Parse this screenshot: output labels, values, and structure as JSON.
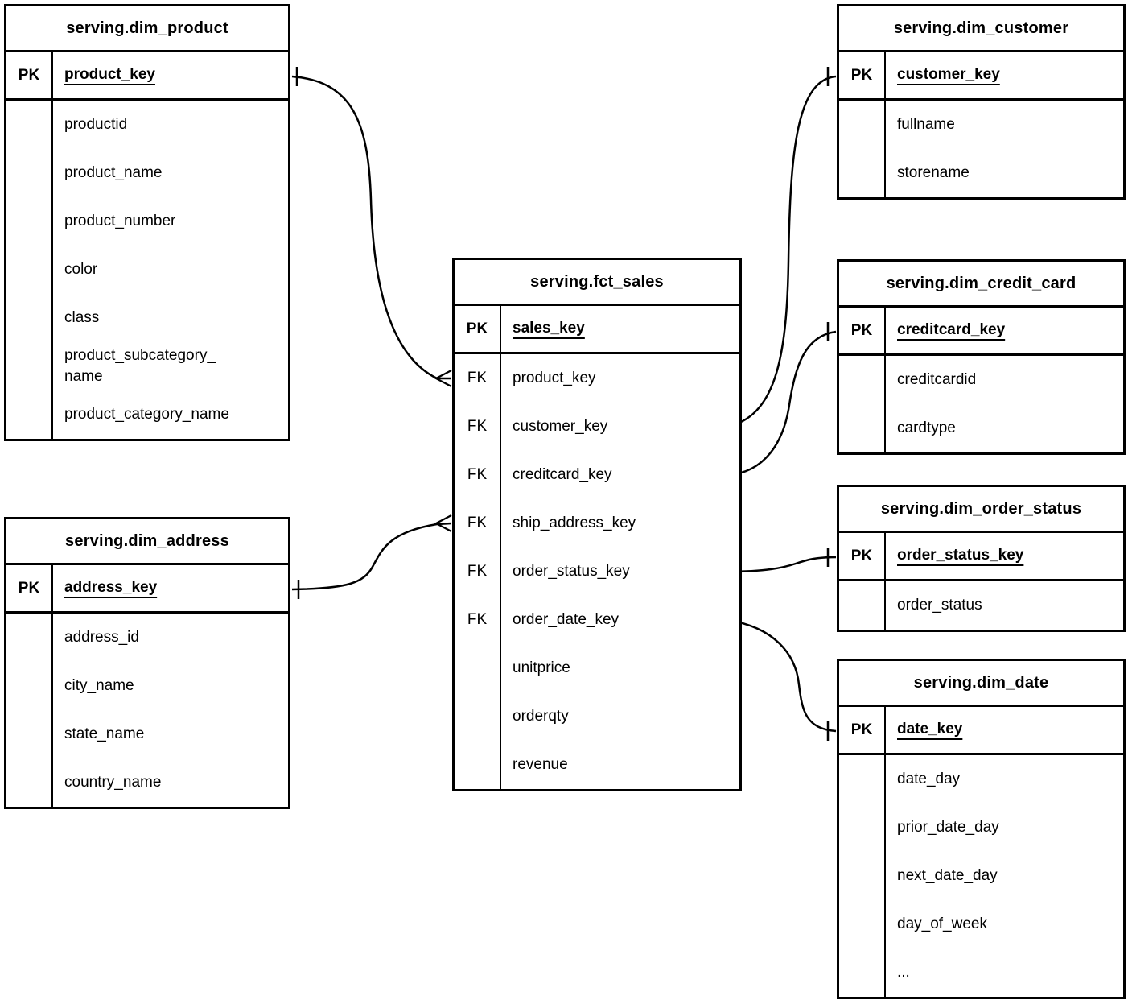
{
  "diagram": {
    "colors": {
      "line": "#000000",
      "background": "#ffffff",
      "text": "#000000"
    },
    "tables": [
      {
        "id": "dim_product",
        "title": "serving.dim_product",
        "pk": {
          "label": "PK",
          "field": "product_key"
        },
        "rows": [
          {
            "key": "",
            "name": "productid"
          },
          {
            "key": "",
            "name": "product_name"
          },
          {
            "key": "",
            "name": "product_number"
          },
          {
            "key": "",
            "name": "color"
          },
          {
            "key": "",
            "name": "class"
          },
          {
            "key": "",
            "name": "product_subcategory_\nname"
          },
          {
            "key": "",
            "name": "product_category_name"
          }
        ]
      },
      {
        "id": "dim_address",
        "title": "serving.dim_address",
        "pk": {
          "label": "PK",
          "field": "address_key"
        },
        "rows": [
          {
            "key": "",
            "name": "address_id"
          },
          {
            "key": "",
            "name": "city_name"
          },
          {
            "key": "",
            "name": "state_name"
          },
          {
            "key": "",
            "name": "country_name"
          }
        ]
      },
      {
        "id": "fct_sales",
        "title": "serving.fct_sales",
        "pk": {
          "label": "PK",
          "field": "sales_key"
        },
        "rows": [
          {
            "key": "FK",
            "name": "product_key"
          },
          {
            "key": "FK",
            "name": "customer_key"
          },
          {
            "key": "FK",
            "name": "creditcard_key"
          },
          {
            "key": "FK",
            "name": "ship_address_key"
          },
          {
            "key": "FK",
            "name": "order_status_key"
          },
          {
            "key": "FK",
            "name": "order_date_key"
          },
          {
            "key": "",
            "name": "unitprice"
          },
          {
            "key": "",
            "name": "orderqty"
          },
          {
            "key": "",
            "name": "revenue"
          }
        ]
      },
      {
        "id": "dim_customer",
        "title": "serving.dim_customer",
        "pk": {
          "label": "PK",
          "field": "customer_key"
        },
        "rows": [
          {
            "key": "",
            "name": "fullname"
          },
          {
            "key": "",
            "name": "storename"
          }
        ]
      },
      {
        "id": "dim_credit_card",
        "title": "serving.dim_credit_card",
        "pk": {
          "label": "PK",
          "field": "creditcard_key"
        },
        "rows": [
          {
            "key": "",
            "name": "creditcardid"
          },
          {
            "key": "",
            "name": "cardtype"
          }
        ]
      },
      {
        "id": "dim_order_status",
        "title": "serving.dim_order_status",
        "pk": {
          "label": "PK",
          "field": "order_status_key"
        },
        "rows": [
          {
            "key": "",
            "name": "order_status"
          }
        ]
      },
      {
        "id": "dim_date",
        "title": "serving.dim_date",
        "pk": {
          "label": "PK",
          "field": "date_key"
        },
        "rows": [
          {
            "key": "",
            "name": "date_day"
          },
          {
            "key": "",
            "name": "prior_date_day"
          },
          {
            "key": "",
            "name": "next_date_day"
          },
          {
            "key": "",
            "name": "day_of_week"
          },
          {
            "key": "",
            "name": "..."
          }
        ]
      }
    ],
    "relations": [
      {
        "from": "serving.fct_sales.product_key",
        "to": "serving.dim_product.product_key",
        "fact_end": "many",
        "dim_end": "one"
      },
      {
        "from": "serving.fct_sales.ship_address_key",
        "to": "serving.dim_address.address_key",
        "fact_end": "many",
        "dim_end": "one"
      },
      {
        "from": "serving.fct_sales.customer_key",
        "to": "serving.dim_customer.customer_key",
        "fact_end": "many",
        "dim_end": "one"
      },
      {
        "from": "serving.fct_sales.creditcard_key",
        "to": "serving.dim_credit_card.creditcard_key",
        "fact_end": "many",
        "dim_end": "one"
      },
      {
        "from": "serving.fct_sales.order_status_key",
        "to": "serving.dim_order_status.order_status_key",
        "fact_end": "many",
        "dim_end": "one"
      },
      {
        "from": "serving.fct_sales.order_date_key",
        "to": "serving.dim_date.date_key",
        "fact_end": "many",
        "dim_end": "one"
      }
    ]
  }
}
